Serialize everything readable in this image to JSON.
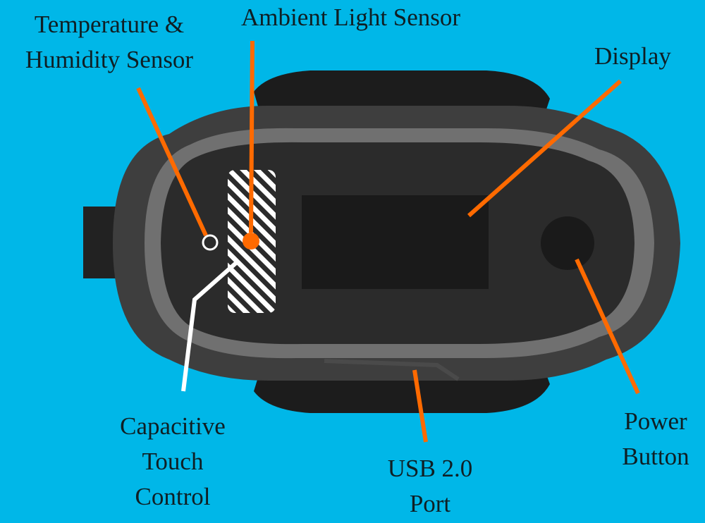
{
  "labels": {
    "temp_humidity": [
      "Temperature &",
      "Humidity Sensor"
    ],
    "ambient_light": "Ambient Light Sensor",
    "display": "Display",
    "touch_control": [
      "Capacitive",
      "Touch",
      "Control"
    ],
    "usb_port": [
      "USB 2.0",
      "Port"
    ],
    "power_button": [
      "Power",
      "Button"
    ]
  },
  "colors": {
    "background": "#00b7e8",
    "callout_orange": "#ff6a00",
    "callout_white": "#ffffff",
    "device_outer": "#3a3a3a",
    "device_bezel": "#6e6e6e",
    "device_face": "#2a2a2a",
    "screen": "#1a1a1a"
  }
}
